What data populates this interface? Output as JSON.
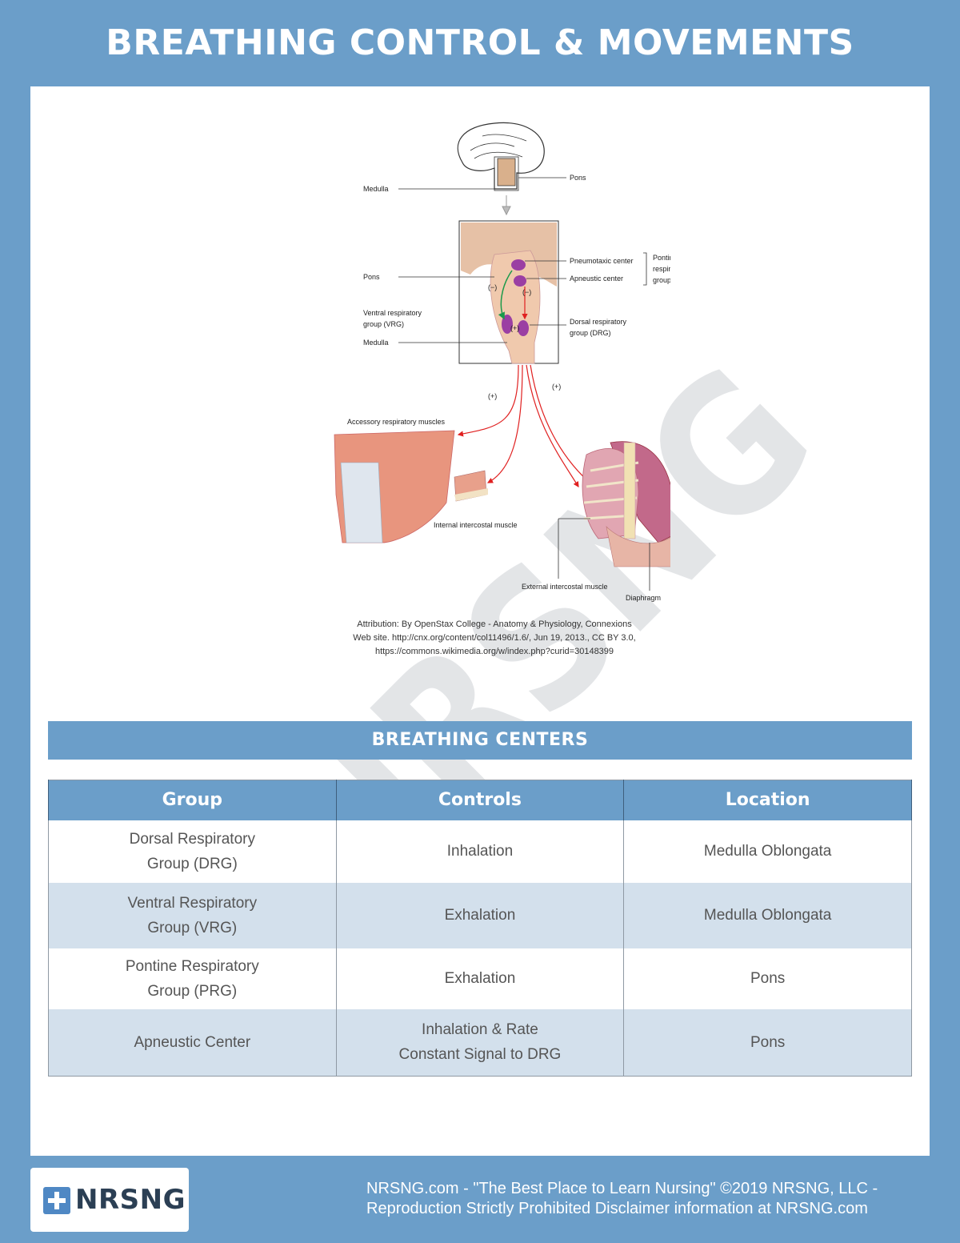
{
  "page_title": "BREATHING CONTROL & MOVEMENTS",
  "figure": {
    "labels": {
      "medulla_top": "Medulla",
      "pons_top": "Pons",
      "pons": "Pons",
      "vrg": "Ventral respiratory",
      "vrg2": "group (VRG)",
      "medulla": "Medulla",
      "pneumotaxic": "Pneumotaxic center",
      "apneustic": "Apneustic center",
      "prg1": "Pontine",
      "prg2": "respiratory",
      "prg3": "group (PRG)",
      "drg1": "Dorsal respiratory",
      "drg2": "group (DRG)",
      "minus1": "(−)",
      "minus2": "(−)",
      "plus1": "(+)",
      "plus2": "(+)",
      "plus3": "(+)",
      "accessory": "Accessory respiratory muscles",
      "internal": "Internal intercostal muscle",
      "external": "External intercostal muscle",
      "diaphragm": "Diaphragm"
    }
  },
  "attribution": {
    "line1": "Attribution: By OpenStax College - Anatomy & Physiology, Connexions",
    "line2": "Web site. http://cnx.org/content/col11496/1.6/, Jun 19, 2013., CC BY 3.0,",
    "line3": "https://commons.wikimedia.org/w/index.php?curid=30148399"
  },
  "watermark": "NRSNG",
  "section_title": "BREATHING CENTERS",
  "table": {
    "headers": [
      "Group",
      "Controls",
      "Location"
    ],
    "rows": [
      {
        "group": [
          "Dorsal Respiratory",
          "Group (DRG)"
        ],
        "controls": [
          "Inhalation"
        ],
        "location": "Medulla Oblongata"
      },
      {
        "group": [
          "Ventral Respiratory",
          "Group (VRG)"
        ],
        "controls": [
          "Exhalation"
        ],
        "location": "Medulla Oblongata"
      },
      {
        "group": [
          "Pontine Respiratory",
          "Group (PRG)"
        ],
        "controls": [
          "Exhalation"
        ],
        "location": "Pons"
      },
      {
        "group": [
          "Apneustic Center"
        ],
        "controls": [
          "Inhalation & Rate",
          "Constant Signal to DRG"
        ],
        "location": "Pons"
      }
    ]
  },
  "footer": {
    "logo_text": "NRSNG",
    "line1": "NRSNG.com - \"The Best Place to Learn Nursing\" ©2019 NRSNG, LLC -",
    "line2": "Reproduction Strictly Prohibited Disclaimer information at NRSNG.com"
  },
  "colors": {
    "brand_blue": "#6b9ec9",
    "row_alt": "#d3e0ec",
    "logo_dark": "#2b3f54"
  }
}
